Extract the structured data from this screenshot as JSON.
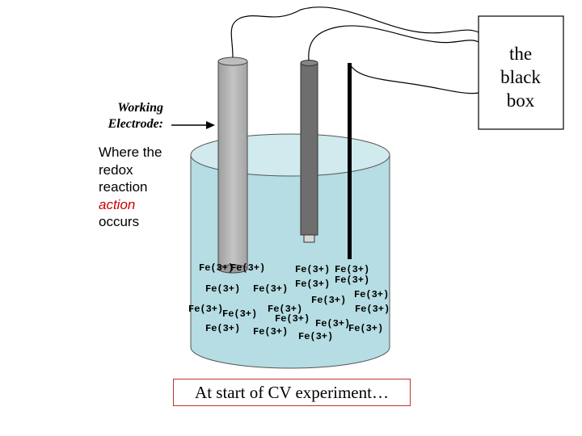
{
  "black_box": {
    "line1": "the",
    "line2": "black",
    "line3": "box"
  },
  "electrode_label": {
    "line1": "Working",
    "line2": "Electrode:"
  },
  "description": {
    "line1": "Where the",
    "line2": "redox",
    "line3": "reaction",
    "highlight": "action",
    "line5": "occurs"
  },
  "ions": {
    "label": "Fe(3+)"
  },
  "caption": "At start of CV experiment…",
  "colors": {
    "solution": "#b5dde3",
    "highlight_text": "#cc0000",
    "caption_border": "#b33333"
  }
}
